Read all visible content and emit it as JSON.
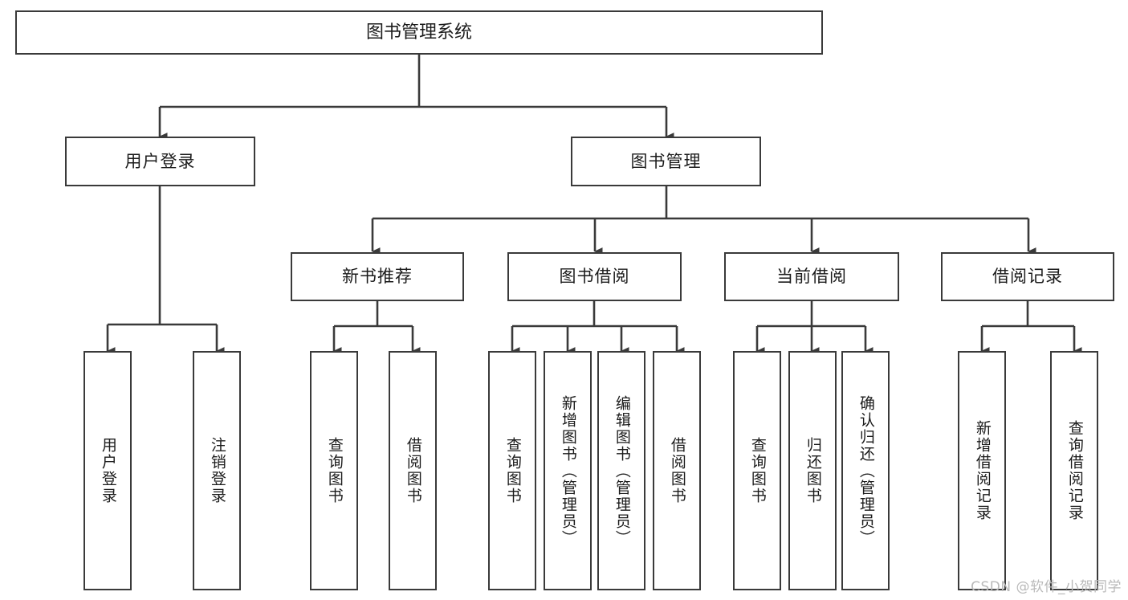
{
  "diagram": {
    "title": "图书管理系统",
    "type": "tree",
    "watermark": "CSDN @软件_小贺同学",
    "colors": {
      "box_border": "#3a3a3a",
      "box_fill": "#ffffff",
      "line": "#3a3a3a",
      "text": "#1b1b1b",
      "watermark": "#b9b9b9",
      "background": "#ffffff"
    },
    "levels": {
      "root": {
        "label": "图书管理系统"
      },
      "level2": [
        {
          "label": "用户登录"
        },
        {
          "label": "图书管理"
        }
      ],
      "level3": [
        {
          "label": "新书推荐"
        },
        {
          "label": "图书借阅"
        },
        {
          "label": "当前借阅"
        },
        {
          "label": "借阅记录"
        }
      ],
      "leaves": {
        "user_login": [
          {
            "label": "用户登录"
          },
          {
            "label": "注销登录"
          }
        ],
        "new_book_recommend": [
          {
            "label": "查询图书"
          },
          {
            "label": "借阅图书"
          }
        ],
        "book_borrow": [
          {
            "label": "查询图书"
          },
          {
            "label": "新增图书（管理员）"
          },
          {
            "label": "编辑图书（管理员）"
          },
          {
            "label": "借阅图书"
          }
        ],
        "current_borrow": [
          {
            "label": "查询图书"
          },
          {
            "label": "归还图书"
          },
          {
            "label": "确认归还（管理员）"
          }
        ],
        "borrow_record": [
          {
            "label": "新增借阅记录"
          },
          {
            "label": "查询借阅记录"
          }
        ]
      }
    }
  }
}
